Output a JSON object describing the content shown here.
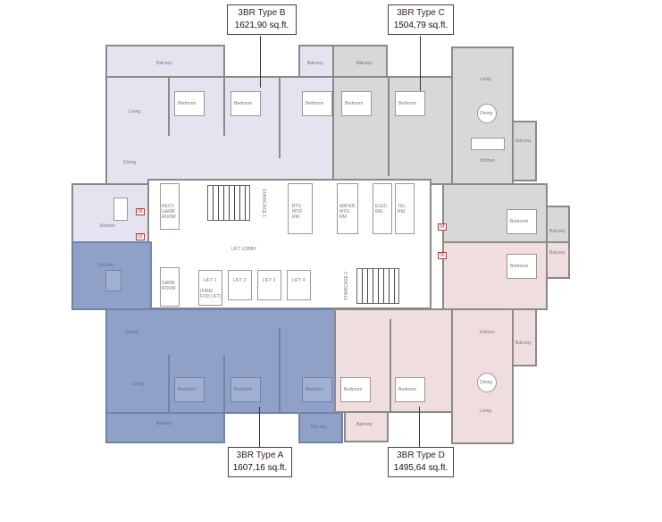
{
  "units": {
    "type_b": {
      "name": "3BR Type B",
      "area": "1621,90 sq.ft."
    },
    "type_c": {
      "name": "3BR Type C",
      "area": "1504,79 sq.ft."
    },
    "type_a": {
      "name": "3BR Type A",
      "area": "1607,16 sq.ft."
    },
    "type_d": {
      "name": "3BR Type D",
      "area": "1495,64 sq.ft."
    }
  },
  "rooms": {
    "balcony": "Balcony",
    "bedroom": "Bedroom",
    "living": "Living",
    "dining": "Dining",
    "kitchen": "Kitchen"
  },
  "core": {
    "lift_lobby": "LIFT LOBBY",
    "recy_garb_room": "RECY. GARB. ROOM",
    "garb_room": "GARB. ROOM",
    "staircase_1": "STAIRCASE 1",
    "staircase_2": "STAIRCASE 2",
    "btu_mtr_rm": "BTU MTR RM.",
    "water_mtr_rm": "WATER MTR. RM.",
    "elec_rm": "ELEC. RM.",
    "tel_rm": "TEL. RM.",
    "lift_1": "LIFT 1",
    "lift_1_note": "(FIRE/ FOD LIFT)",
    "lift_2": "LIFT 2",
    "lift_3": "LIFT 3",
    "lift_4": "LIFT 4"
  },
  "unit_tags": [
    "08",
    "02",
    "04",
    "06"
  ],
  "colors": {
    "type_a": "#8fa1c6",
    "type_b": "#e4e4f0",
    "type_c": "#d8d8d8",
    "type_d": "#f0dddd"
  }
}
